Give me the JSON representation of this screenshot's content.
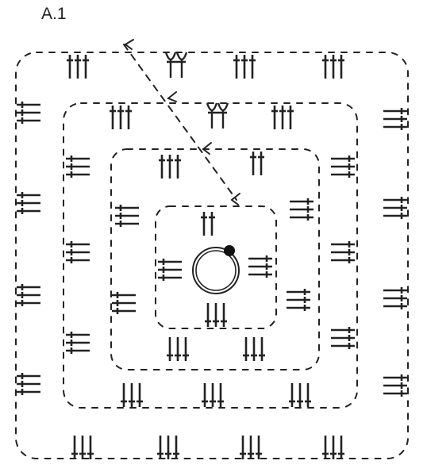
{
  "diagram": {
    "title": "A.1",
    "ink_color": "#222222"
  },
  "legend_symbols": {
    "stitch_group": "double-crochet-group",
    "corner_cluster": "cluster",
    "chain_space": "chain",
    "start_marker": "slip-stitch",
    "center_ring": "magic-ring",
    "direction_arrow": "next-round-arrow"
  },
  "rounds": [
    {
      "round": 1,
      "groups_per_side": 1
    },
    {
      "round": 2,
      "groups_per_side": 2
    },
    {
      "round": 3,
      "groups_per_side": 3
    },
    {
      "round": 4,
      "groups_per_side": 4
    }
  ]
}
